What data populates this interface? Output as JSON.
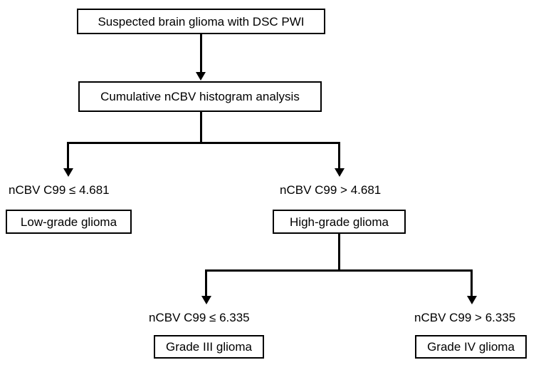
{
  "diagram": {
    "title_node": {
      "label": "Suspected brain glioma with DSC PWI"
    },
    "analysis_node": {
      "label": "Cumulative nCBV histogram analysis"
    },
    "branch1": {
      "left_label": "nCBV C99 ≤ 4.681",
      "right_label": "nCBV C99 > 4.681",
      "left_node": {
        "label": "Low-grade glioma"
      },
      "right_node": {
        "label": "High-grade glioma"
      }
    },
    "branch2": {
      "left_label": "nCBV C99 ≤ 6.335",
      "right_label": "nCBV C99 > 6.335",
      "left_node": {
        "label": "Grade III glioma"
      },
      "right_node": {
        "label": "Grade IV glioma"
      }
    },
    "colors": {
      "stroke": "#000000",
      "fill": "#ffffff",
      "text": "#000000"
    }
  }
}
